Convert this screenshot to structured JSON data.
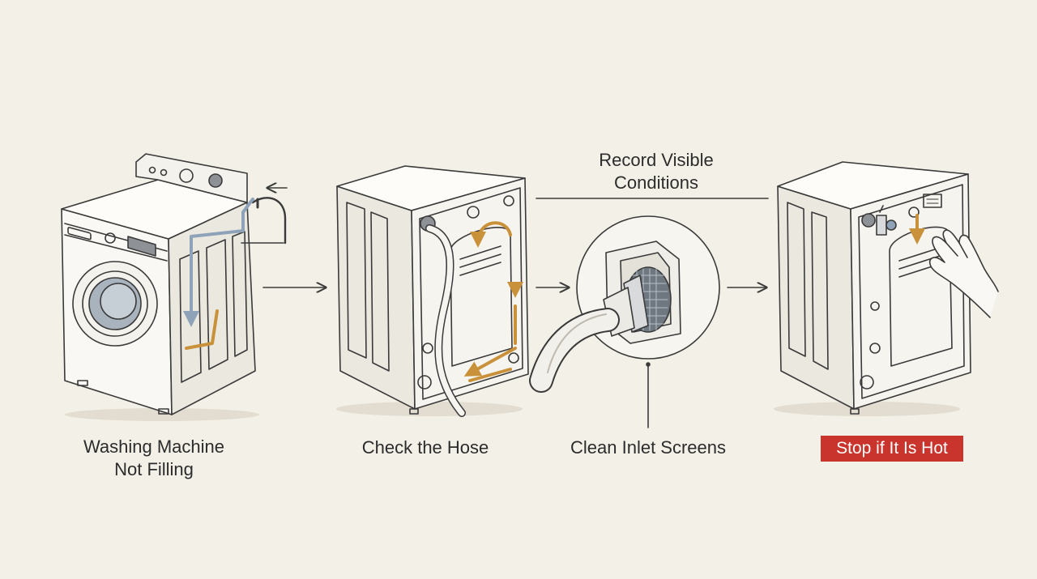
{
  "steps": [
    {
      "id": "step-1",
      "label_lines": [
        "Washing Machine",
        "Not Filling"
      ]
    },
    {
      "id": "step-2",
      "label_lines": [
        "Check the Hose"
      ]
    },
    {
      "id": "step-3",
      "label_lines": [
        "Clean Inlet Screens"
      ]
    },
    {
      "id": "step-4",
      "label_lines": [
        "Stop if It Is Hot"
      ]
    }
  ],
  "callout": {
    "label_lines": [
      "Record Visible",
      "Conditions"
    ]
  },
  "colors": {
    "background": "#f3f0e7",
    "ink": "#3a3a3a",
    "water_flow_blue": "#8fa3b8",
    "arrow_orange": "#c8913a",
    "warning_red": "#c9342c"
  },
  "icons": [
    "washing-machine-icon",
    "water-hose-icon",
    "inlet-screen-filter-icon",
    "hand-icon",
    "water-valve-icon",
    "flow-arrow-icon"
  ]
}
